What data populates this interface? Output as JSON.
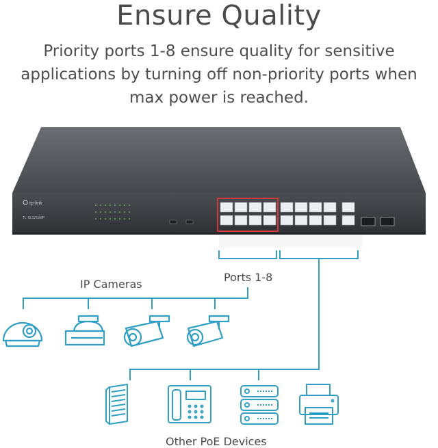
{
  "heading": "Ensure Quality",
  "description": "Priority ports 1-8 ensure quality for sensitive applications by turning off non-priority ports when max power is reached.",
  "switch": {
    "brand": "tp-link",
    "model": "TL-SL1218MP"
  },
  "labels": {
    "ports_group": "Ports 1-8",
    "ip_cameras": "IP Cameras",
    "other_devices": "Other PoE Devices"
  },
  "devices": {
    "cameras": [
      "dome-camera-icon",
      "speed-dome-camera-icon",
      "bullet-camera-icon",
      "bullet-camera-icon"
    ],
    "others": [
      "access-point-icon",
      "ip-phone-icon",
      "server-icon",
      "printer-icon"
    ]
  },
  "colors": {
    "accent": "#2f9ec4",
    "priority_ports": "#d23a3a",
    "switch_body": "#3a3c40"
  }
}
